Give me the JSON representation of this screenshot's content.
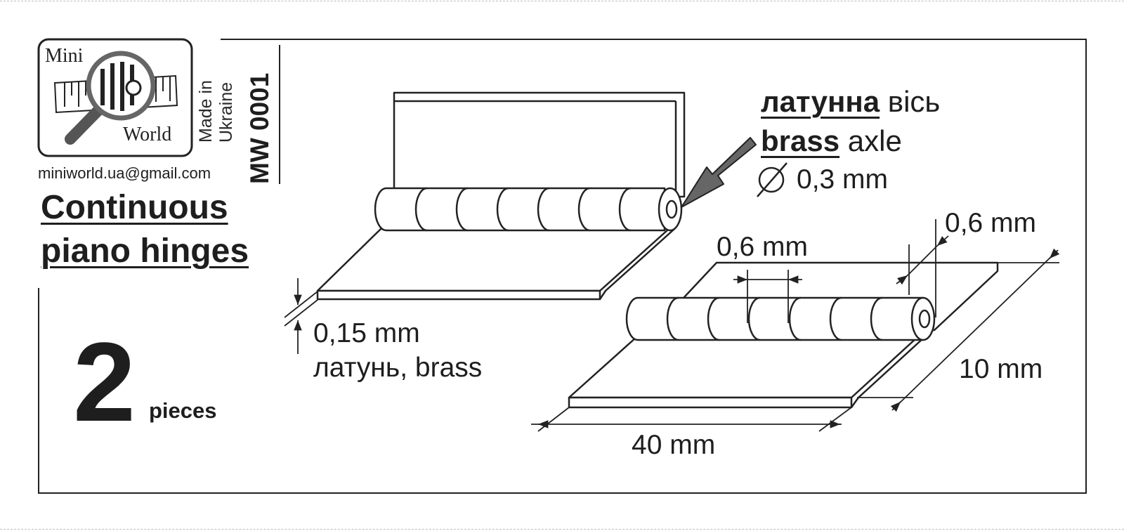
{
  "brand": {
    "logo_top": "Mini",
    "logo_bottom": "World",
    "made_in_line1": "Made in",
    "made_in_line2": "Ukraine",
    "product_code": "MW 0001",
    "email": "miniworld.ua@gmail.com"
  },
  "product": {
    "title_line1": "Continuous",
    "title_line2": "piano hinges",
    "quantity": "2",
    "quantity_unit": "pieces"
  },
  "axle": {
    "material_ua": "латунна",
    "part_ua": "вісь",
    "material_en": "brass",
    "part_en": "axle",
    "diameter_symbol": "∅",
    "diameter": "0,3 mm"
  },
  "dimensions": {
    "thickness": "0,15 mm",
    "material": "латунь, brass",
    "knuckle_width": "0,6 mm",
    "knuckle_clearance": "0,6 mm",
    "width": "10 mm",
    "length": "40 mm"
  }
}
